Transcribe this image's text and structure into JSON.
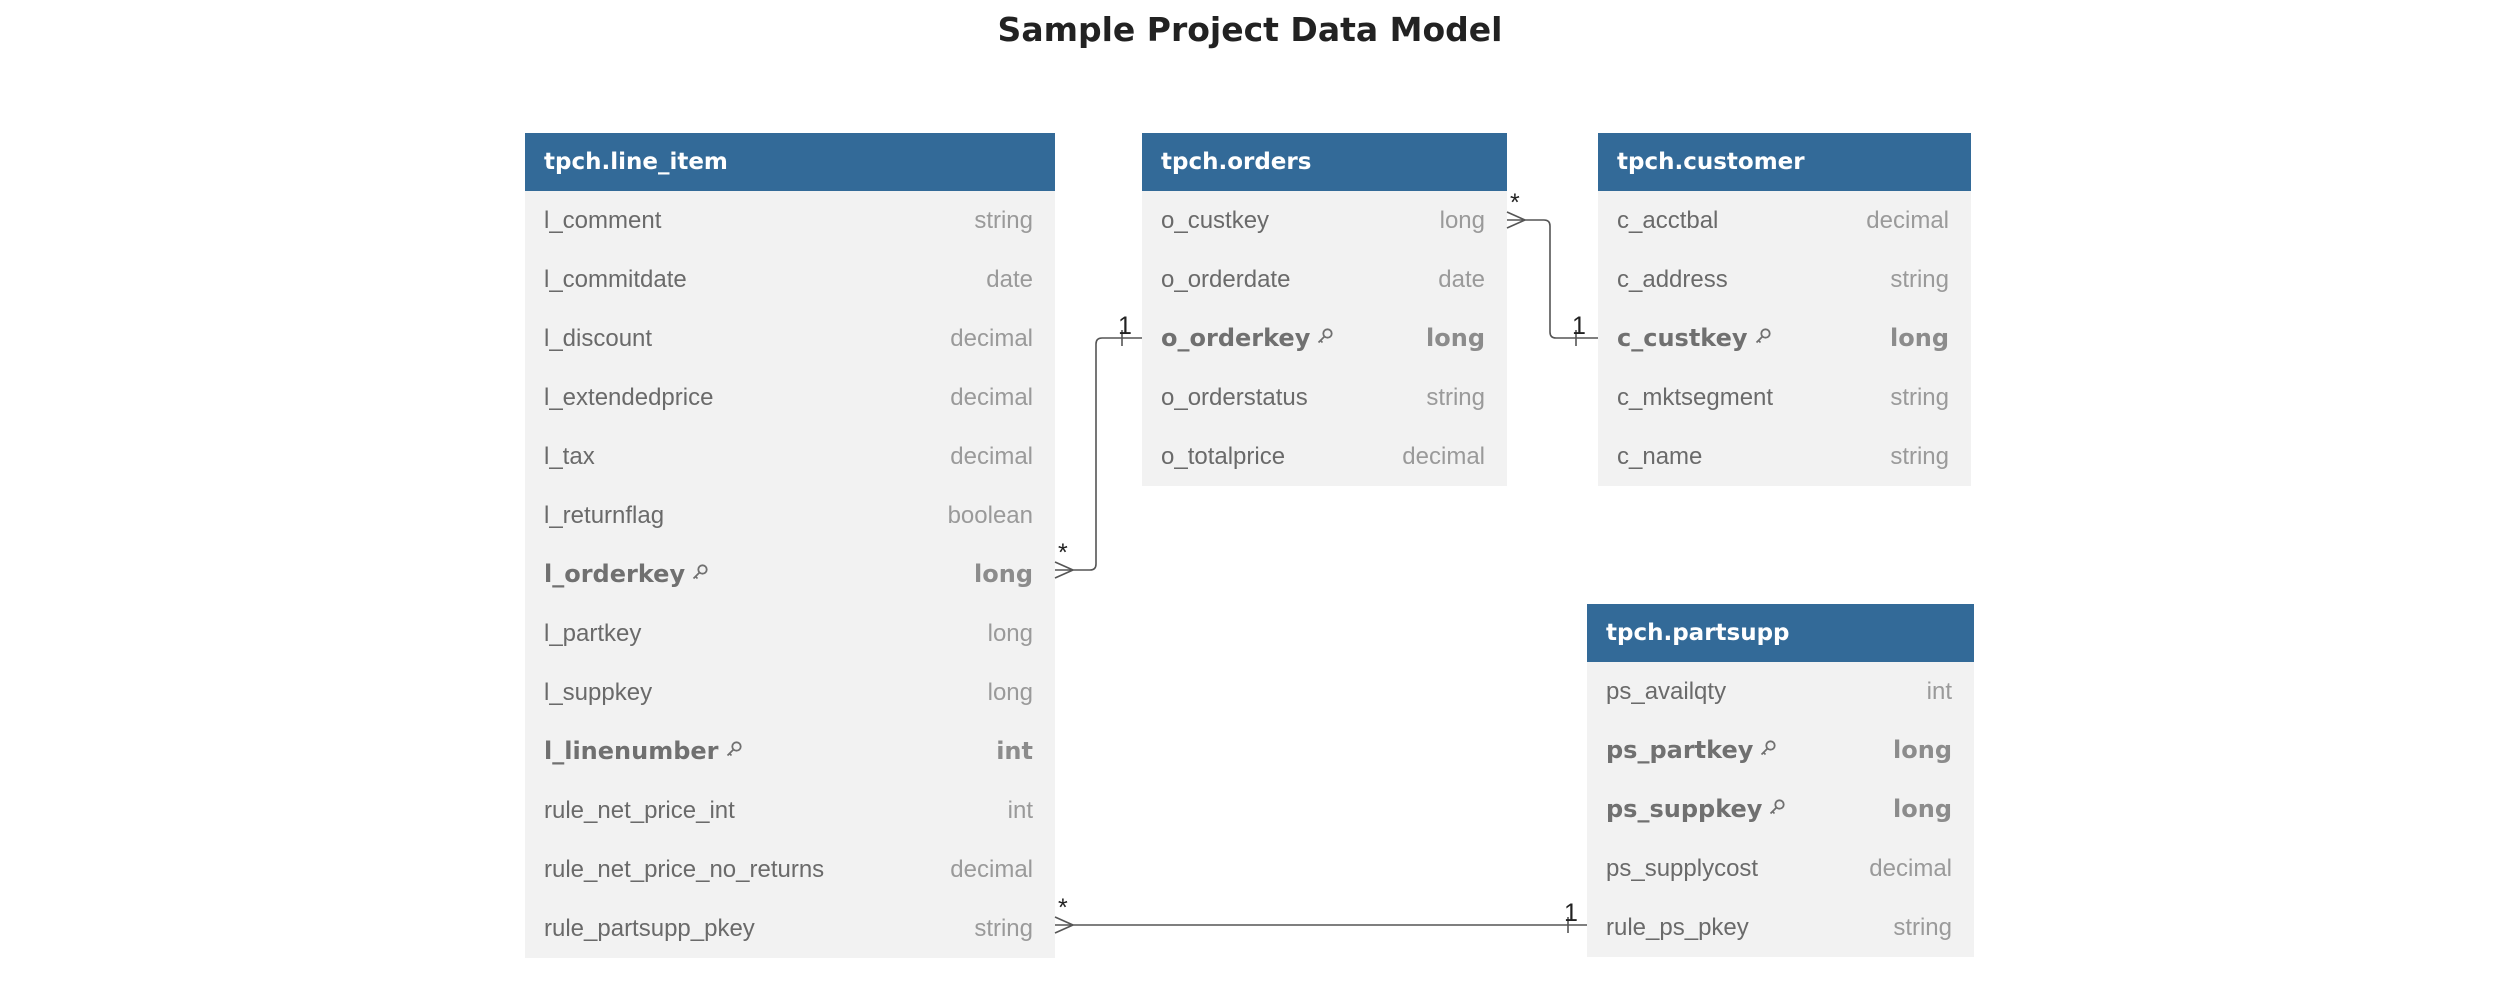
{
  "title": "Sample Project Data Model",
  "tables": [
    {
      "id": "line_item",
      "name": "tpch.line_item",
      "columns": [
        {
          "name": "l_comment",
          "type": "string",
          "pk": false
        },
        {
          "name": "l_commitdate",
          "type": "date",
          "pk": false
        },
        {
          "name": "l_discount",
          "type": "decimal",
          "pk": false
        },
        {
          "name": "l_extendedprice",
          "type": "decimal",
          "pk": false
        },
        {
          "name": "l_tax",
          "type": "decimal",
          "pk": false
        },
        {
          "name": "l_returnflag",
          "type": "boolean",
          "pk": false
        },
        {
          "name": "l_orderkey",
          "type": "long",
          "pk": true
        },
        {
          "name": "l_partkey",
          "type": "long",
          "pk": false
        },
        {
          "name": "l_suppkey",
          "type": "long",
          "pk": false
        },
        {
          "name": "l_linenumber",
          "type": "int",
          "pk": true
        },
        {
          "name": "rule_net_price_int",
          "type": "int",
          "pk": false
        },
        {
          "name": "rule_net_price_no_returns",
          "type": "decimal",
          "pk": false
        },
        {
          "name": "rule_partsupp_pkey",
          "type": "string",
          "pk": false
        }
      ]
    },
    {
      "id": "orders",
      "name": "tpch.orders",
      "columns": [
        {
          "name": "o_custkey",
          "type": "long",
          "pk": false
        },
        {
          "name": "o_orderdate",
          "type": "date",
          "pk": false
        },
        {
          "name": "o_orderkey",
          "type": "long",
          "pk": true
        },
        {
          "name": "o_orderstatus",
          "type": "string",
          "pk": false
        },
        {
          "name": "o_totalprice",
          "type": "decimal",
          "pk": false
        }
      ]
    },
    {
      "id": "customer",
      "name": "tpch.customer",
      "columns": [
        {
          "name": "c_acctbal",
          "type": "decimal",
          "pk": false
        },
        {
          "name": "c_address",
          "type": "string",
          "pk": false
        },
        {
          "name": "c_custkey",
          "type": "long",
          "pk": true
        },
        {
          "name": "c_mktsegment",
          "type": "string",
          "pk": false
        },
        {
          "name": "c_name",
          "type": "string",
          "pk": false
        }
      ]
    },
    {
      "id": "partsupp",
      "name": "tpch.partsupp",
      "columns": [
        {
          "name": "ps_availqty",
          "type": "int",
          "pk": false
        },
        {
          "name": "ps_partkey",
          "type": "long",
          "pk": true
        },
        {
          "name": "ps_suppkey",
          "type": "long",
          "pk": true
        },
        {
          "name": "ps_supplycost",
          "type": "decimal",
          "pk": false
        },
        {
          "name": "rule_ps_pkey",
          "type": "string",
          "pk": false
        }
      ]
    }
  ],
  "relationships": [
    {
      "from_table": "line_item",
      "from_column": "l_orderkey",
      "from_card": "*",
      "to_table": "orders",
      "to_column": "o_orderkey",
      "to_card": "1"
    },
    {
      "from_table": "orders",
      "from_column": "o_custkey",
      "from_card": "*",
      "to_table": "customer",
      "to_column": "c_custkey",
      "to_card": "1"
    },
    {
      "from_table": "line_item",
      "from_column": "rule_partsupp_pkey",
      "from_card": "*",
      "to_table": "partsupp",
      "to_column": "rule_ps_pkey",
      "to_card": "1"
    }
  ],
  "icons": {
    "primary_key": "key-icon"
  },
  "colors": {
    "header": "#336a98",
    "body": "#f2f2f2",
    "line": "#555555"
  }
}
